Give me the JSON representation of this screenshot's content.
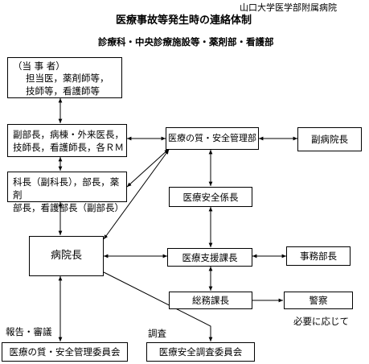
{
  "header": {
    "org": "山口大学医学部附属病院",
    "title": "医療事故等発生時の連絡体制",
    "subtitle": "診療科・中央診療施設等・薬剤部・看護部"
  },
  "boxes": {
    "party_title": "（当 事 者）",
    "party_body": "担当医，薬剤師等，\n技師等，看護師等",
    "deputy_heads": "副部長，病棟・外来医長，\n技師長，看護師長，各ＲＭ",
    "chiefs": "科長（副科長），部長，薬剤\n部長，看護部長（副部長）",
    "director": "病院長",
    "quality_dept": "医療の質・安全管理部",
    "vice_director": "副病院長",
    "safety_chief": "医療安全係長",
    "support_chief": "医療支援課長",
    "admin_director": "事務部長",
    "general_affairs": "総務課長",
    "police": "警察",
    "quality_committee": "医療の質・安全管理委員会",
    "investigation_committee": "医療安全調査委員会"
  },
  "labels": {
    "report_review": "報告・審議",
    "investigation": "調査",
    "as_needed": "必要に応じて"
  }
}
